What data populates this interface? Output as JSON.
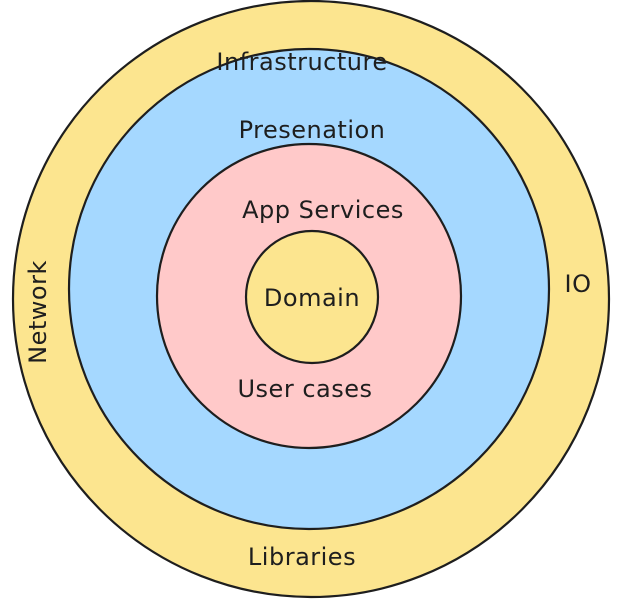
{
  "diagram": {
    "rings": {
      "infrastructure": {
        "color": "#fce58f",
        "labels": {
          "top": "Infrastructure",
          "left": "Network",
          "right": "IO",
          "bottom": "Libraries"
        }
      },
      "presentation": {
        "color": "#a5d8ff",
        "label": "Presenation"
      },
      "app_services": {
        "color": "#ffc9c9",
        "label_top": "App Services",
        "label_bottom": "User cases"
      },
      "domain": {
        "color": "#fce58f",
        "label": "Domain"
      }
    },
    "stroke_color": "#1e1e1e"
  }
}
